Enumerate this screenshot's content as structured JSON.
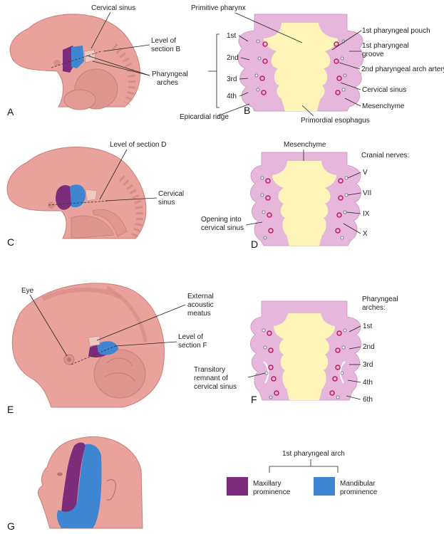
{
  "colors": {
    "skin": "#e9a29c",
    "skin_dark": "#d98c86",
    "maxillary": "#7d2b7b",
    "mandibular": "#3f86d2",
    "mesenchyme": "#e7b6db",
    "lumen": "#fdf6b8",
    "vessel": "#c2185b"
  },
  "panels": [
    "A",
    "B",
    "C",
    "D",
    "E",
    "F",
    "G"
  ],
  "panel_a": {
    "cervical_sinus": "Cervical sinus",
    "level_b": [
      "Level of",
      "section B"
    ],
    "arches": [
      "Pharyngeal",
      "arches"
    ]
  },
  "panel_b": {
    "primitive_pharynx": "Primitive pharynx",
    "arch_numbers": [
      "1st",
      "2nd",
      "3rd",
      "4th"
    ],
    "pouch": "1st pharyngeal pouch",
    "groove": [
      "1st pharyngeal",
      "groove"
    ],
    "artery": "2nd pharyngeal arch artery",
    "cervical_sinus": "Cervical sinus",
    "mesenchyme": "Mesenchyme",
    "epicardial": "Epicardial ridge",
    "esophagus": "Primordial esophagus"
  },
  "panel_c": {
    "level_d": "Level of section D",
    "cervical_sinus": [
      "Cervical",
      "sinus"
    ]
  },
  "panel_d": {
    "mesenchyme": "Mesenchyme",
    "cranial_nerves": "Cranial nerves:",
    "nerves": [
      "V",
      "VII",
      "IX",
      "X"
    ],
    "opening": [
      "Opening into",
      "cervical sinus"
    ]
  },
  "panel_e": {
    "eye": "Eye",
    "meatus": [
      "External",
      "acoustic",
      "meatus"
    ],
    "level_f": [
      "Level of",
      "section F"
    ]
  },
  "panel_f": {
    "heading": [
      "Pharyngeal",
      "arches:"
    ],
    "arches": [
      "1st",
      "2nd",
      "3rd",
      "4th",
      "6th"
    ],
    "transitory": [
      "Transitory",
      "remnant of",
      "cervical sinus"
    ]
  },
  "panel_g": {
    "arch_title": "1st pharyngeal arch",
    "maxillary": [
      "Maxillary",
      "prominence"
    ],
    "mandibular": [
      "Mandibular",
      "prominence"
    ]
  }
}
